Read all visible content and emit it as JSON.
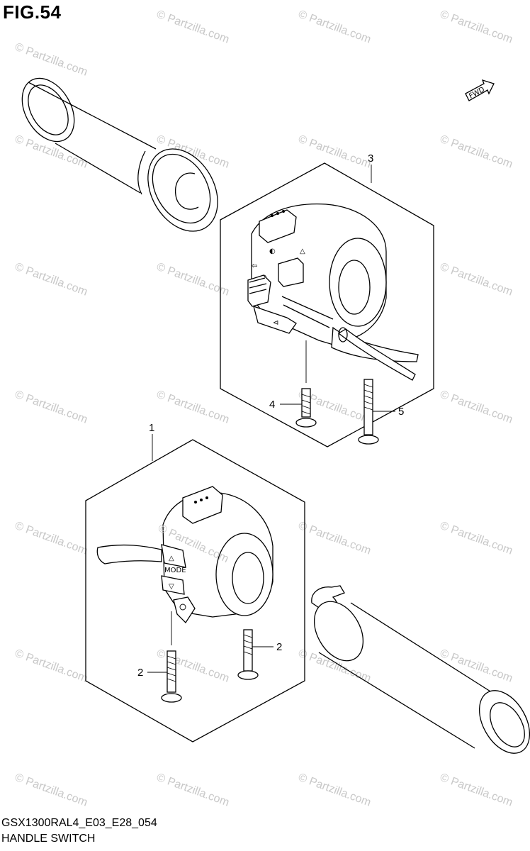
{
  "figure": {
    "title": "FIG.54"
  },
  "footer": {
    "code": "GSX1300RAL4_E03_E28_054",
    "name": "HANDLE SWITCH"
  },
  "watermark": {
    "text": "© Partzilla.com"
  },
  "inset_watermark": {
    "text": "© Partzilla.com"
  },
  "fwd_badge": {
    "text": "FWD"
  },
  "switch_labels": {
    "mode": "MODE"
  },
  "callouts": [
    {
      "id": "c1",
      "label": "1"
    },
    {
      "id": "c2a",
      "label": "2"
    },
    {
      "id": "c2b",
      "label": "2"
    },
    {
      "id": "c3",
      "label": "3"
    },
    {
      "id": "c4",
      "label": "4"
    },
    {
      "id": "c5",
      "label": "5"
    }
  ],
  "colors": {
    "line": "#000000",
    "watermark": "#c8c8c8",
    "background": "#ffffff"
  }
}
